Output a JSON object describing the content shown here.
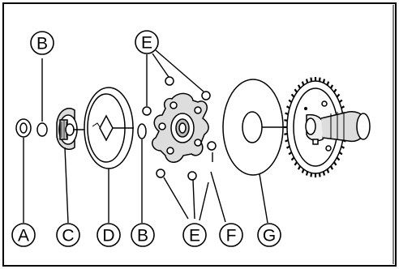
{
  "diagram": {
    "callouts": [
      {
        "id": "A-bottom",
        "letter": "A"
      },
      {
        "id": "B-top",
        "letter": "B"
      },
      {
        "id": "C-bottom",
        "letter": "C"
      },
      {
        "id": "D-bottom",
        "letter": "D"
      },
      {
        "id": "B-bottom",
        "letter": "B"
      },
      {
        "id": "E-top",
        "letter": "E"
      },
      {
        "id": "E-bottom",
        "letter": "E"
      },
      {
        "id": "F-bottom",
        "letter": "F"
      },
      {
        "id": "G-bottom",
        "letter": "G"
      }
    ],
    "colors": {
      "line": "#000000",
      "background": "#ffffff",
      "fill_gray": "#d8d8d8"
    }
  }
}
